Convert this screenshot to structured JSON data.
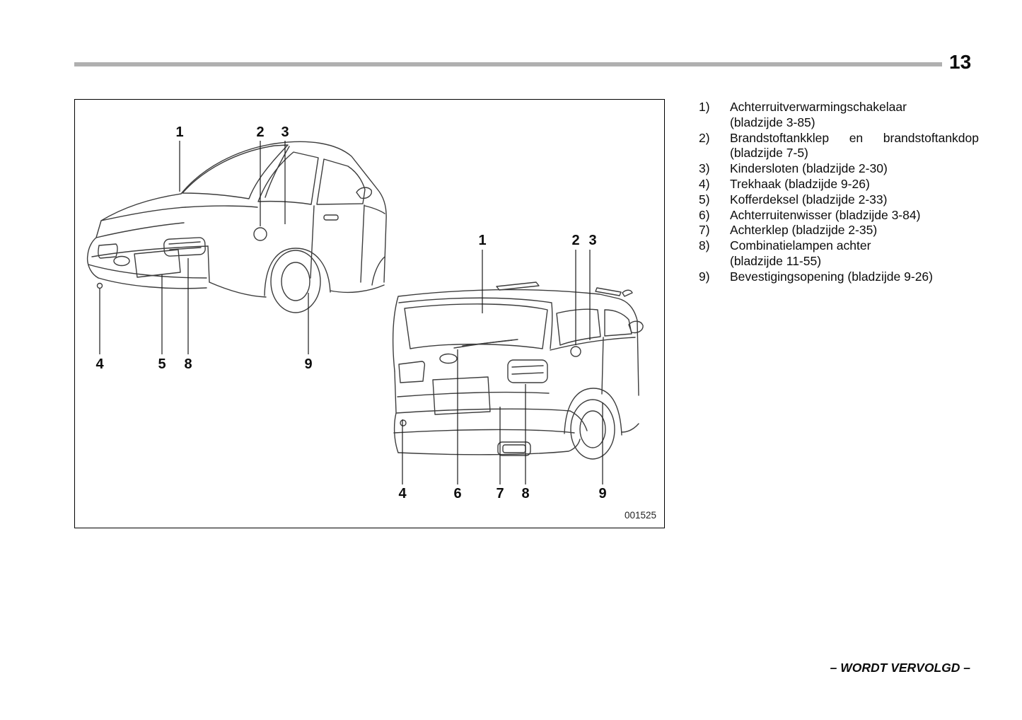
{
  "page": {
    "number": "13",
    "continuation": "– WORDT VERVOLGD –"
  },
  "figure": {
    "code": "001525",
    "sedan_callouts": [
      "1",
      "2",
      "3",
      "4",
      "5",
      "8",
      "9"
    ],
    "wagon_callouts": [
      "1",
      "2",
      "3",
      "4",
      "6",
      "7",
      "8",
      "9"
    ]
  },
  "legend": {
    "items": [
      {
        "num": "1)",
        "line1": "Achterruitverwarmingschakelaar",
        "line2": "(bladzijde 3-85)"
      },
      {
        "num": "2)",
        "line1": "Brandstoftankklep en brandstoftankdop",
        "line2": "(bladzijde 7-5)"
      },
      {
        "num": "3)",
        "line1": "Kindersloten (bladzijde 2-30)",
        "line2": ""
      },
      {
        "num": "4)",
        "line1": "Trekhaak (bladzijde 9-26)",
        "line2": ""
      },
      {
        "num": "5)",
        "line1": "Kofferdeksel (bladzijde 2-33)",
        "line2": ""
      },
      {
        "num": "6)",
        "line1": "Achterruitenwisser (bladzijde 3-84)",
        "line2": ""
      },
      {
        "num": "7)",
        "line1": "Achterklep (bladzijde 2-35)",
        "line2": ""
      },
      {
        "num": "8)",
        "line1": "Combinatielampen achter",
        "line2": "(bladzijde 11-55)"
      },
      {
        "num": "9)",
        "line1": "Bevestigingsopening (bladzijde 9-26)",
        "line2": ""
      }
    ]
  }
}
